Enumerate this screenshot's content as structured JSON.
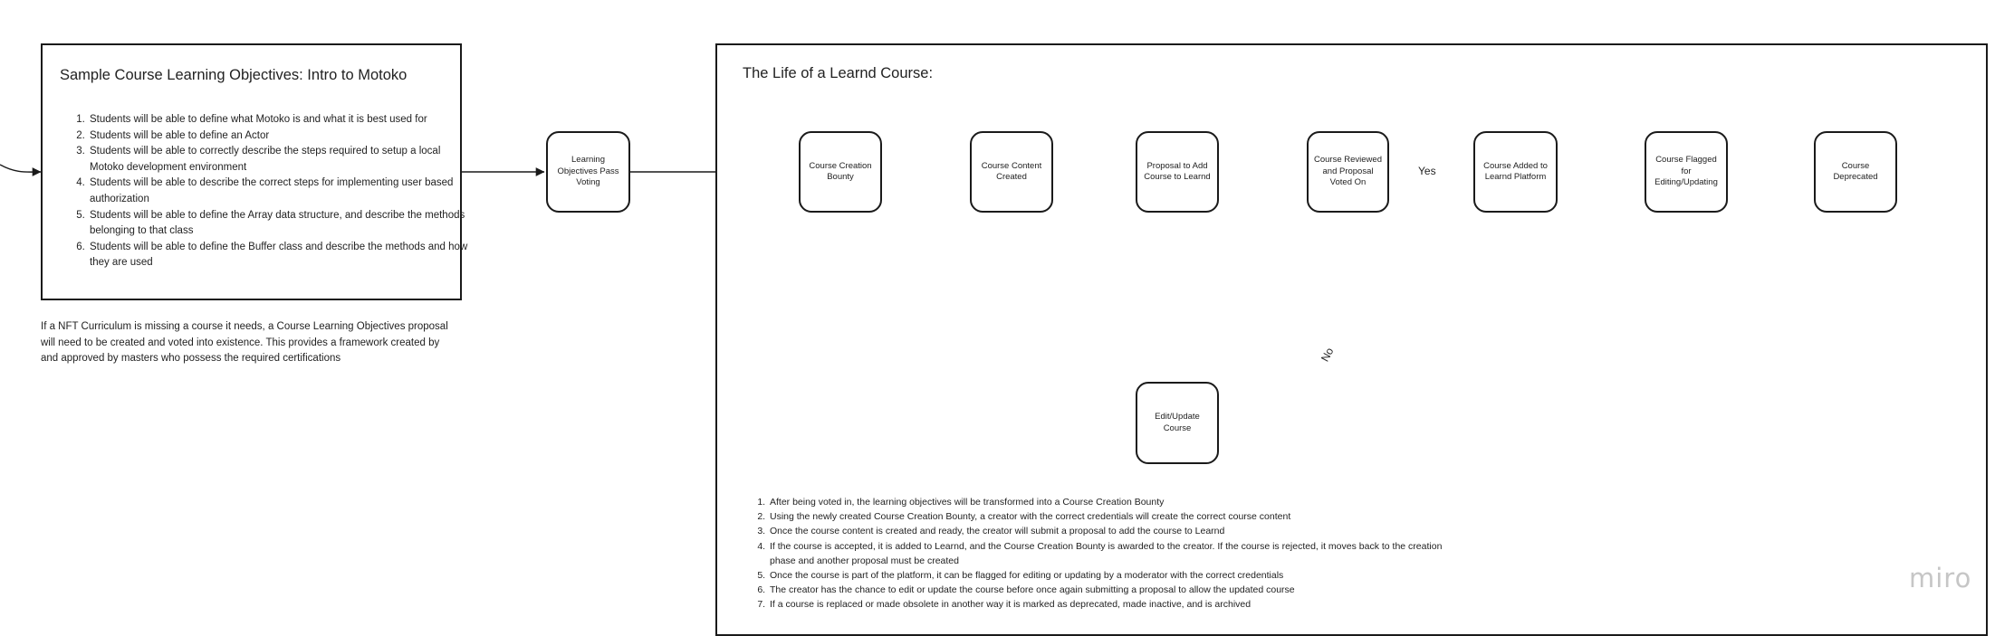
{
  "objectives_box": {
    "title": "Sample Course Learning Objectives: Intro to Motoko",
    "items": [
      "Students will be able to define what Motoko is and what it is best used for",
      "Students will be able to define an Actor",
      "Students will be able to correctly describe the steps required to setup a local Motoko development environment",
      "Students will be able to describe the correct steps for implementing user based authorization",
      "Students will be able to define the Array data structure, and describe the methods belonging to that class",
      "Students will be able to define the Buffer class and describe the methods and how they are used"
    ]
  },
  "note": "If a NFT Curriculum is missing a course it needs, a Course Learning Objectives proposal will need to be created and voted into existence. This provides a framework created by and approved by masters who possess the required certifications",
  "voting_node": {
    "lines": [
      "Learning",
      "Objectives Pass",
      "Voting"
    ]
  },
  "lifecycle": {
    "title": "The Life of a Learnd Course:",
    "nodes": {
      "bounty": {
        "lines": [
          "Course Creation",
          "Bounty"
        ]
      },
      "content": {
        "lines": [
          "Course Content",
          "Created"
        ]
      },
      "proposal": {
        "lines": [
          "Proposal to Add",
          "Course to Learnd"
        ]
      },
      "reviewed": {
        "lines": [
          "Course Reviewed",
          "and Proposal",
          "Voted On"
        ]
      },
      "added": {
        "lines": [
          "Course Added to",
          "Learnd Platform"
        ]
      },
      "flagged": {
        "lines": [
          "Course Flagged for",
          "Editing/Updating"
        ]
      },
      "deprecated": {
        "lines": [
          "Course",
          "Deprecated"
        ]
      },
      "edit": {
        "lines": [
          "Edit/Update",
          "Course"
        ]
      }
    },
    "edge_labels": {
      "yes": "Yes",
      "no": "No"
    },
    "steps": [
      "After being voted in, the learning objectives will be transformed into a Course Creation Bounty",
      "Using the newly created Course Creation Bounty, a creator with the correct credentials will create the correct course content",
      "Once the course content is created and ready, the creator will submit a proposal to add the course to Learnd",
      "If the course is accepted, it is added to Learnd, and the Course Creation Bounty is awarded to the creator. If the course is rejected, it moves back to the creation phase and another proposal must be created",
      "Once the course is part of the platform, it can be flagged for editing or updating by a moderator with the correct credentials",
      "The creator has the chance to edit or update the course before once again submitting a proposal to allow the updated course",
      "If a course is replaced or made obsolete in another way it is marked as deprecated, made inactive, and is archived"
    ]
  },
  "brand": "miro"
}
